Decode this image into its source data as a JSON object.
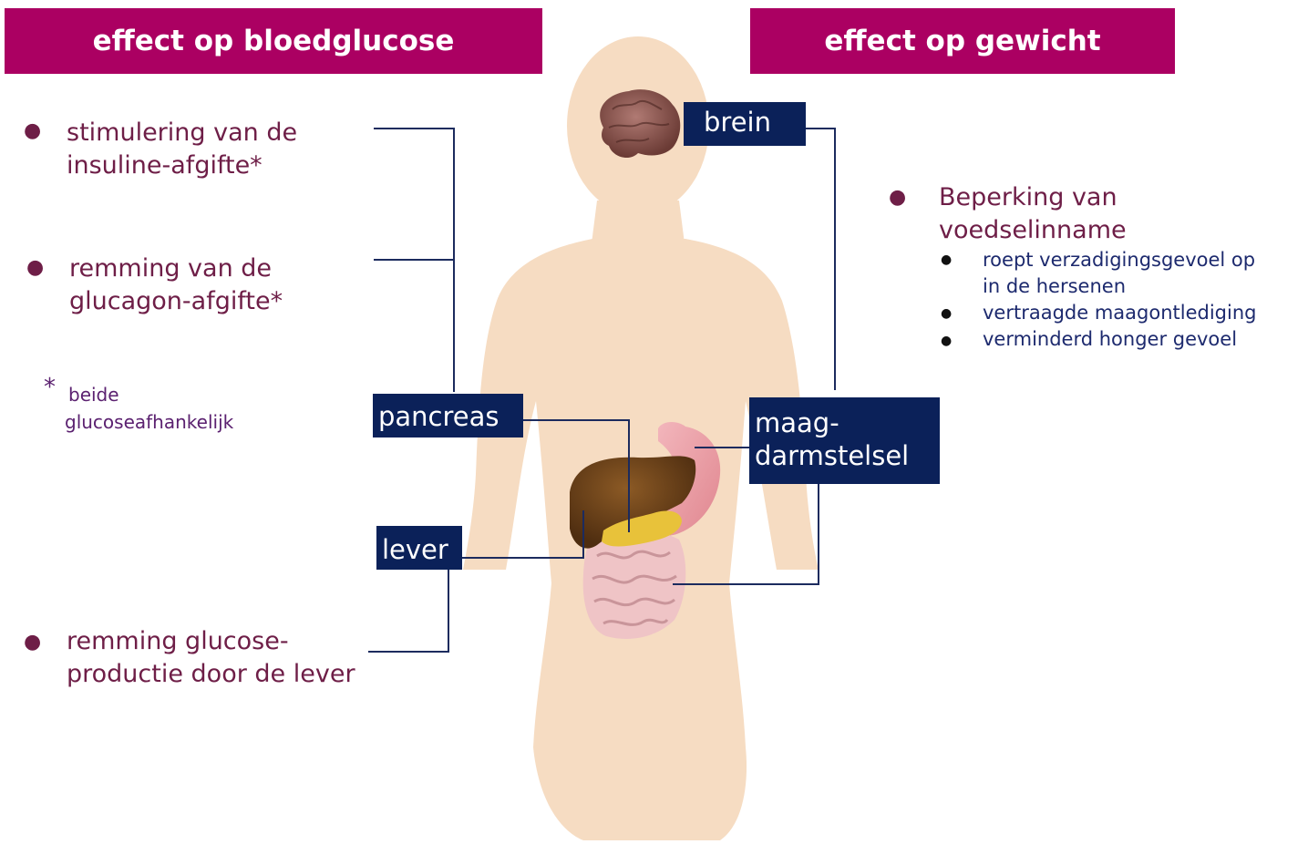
{
  "headers": {
    "left": "effect op bloedglucose",
    "right": "effect op gewicht"
  },
  "organ_labels": {
    "brain": "brein",
    "pancreas": "pancreas",
    "liver": "lever",
    "gut_line1": "maag-",
    "gut_line2": "darmstelsel"
  },
  "glucose_effects": {
    "item1_line1": "stimulering van de",
    "item1_line2": "insuline-afgifte*",
    "item2_line1": "remming van de",
    "item2_line2": "glucagon-afgifte*",
    "note_star": "*",
    "note_line1": "beide",
    "note_line2": "glucoseafhankelijk",
    "item3_line1": "remming glucose-",
    "item3_line2": "productie door de lever"
  },
  "weight_effects": {
    "main_line1": "Beperking van",
    "main_line2": "voedselinname",
    "sub1_line1": "roept verzadigingsgevoel op",
    "sub1_line2": "in de hersenen",
    "sub2": "vertraagde maagontlediging",
    "sub3": "verminderd honger gevoel"
  },
  "colors": {
    "header_bg": "#ab0062",
    "label_bg": "#0b2159",
    "text": "#6e1e47",
    "sub_text": "#1d2a6e",
    "body_silhouette": "#f6dcc2"
  }
}
